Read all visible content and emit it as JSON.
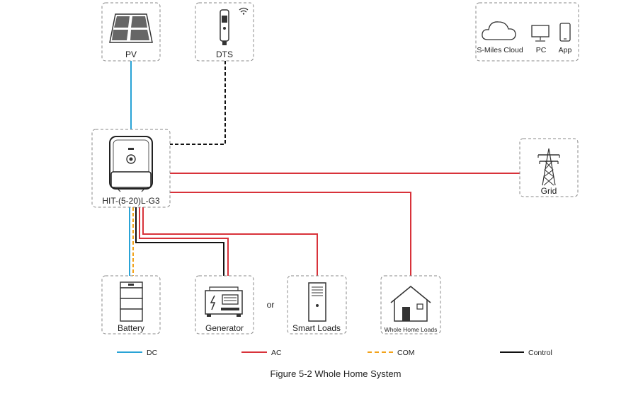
{
  "nodes": {
    "pv": "PV",
    "dts": "DTS",
    "cloud": "S-Miles Cloud",
    "pc": "PC",
    "app": "App",
    "inverter": "HIT-(5-20)L-G3",
    "grid": "Grid",
    "battery": "Battery",
    "generator": "Generator",
    "or": "or",
    "smart_loads": "Smart Loads",
    "whole_home_loads": "Whole Home Loads"
  },
  "legend": {
    "dc": "DC",
    "ac": "AC",
    "com": "COM",
    "control": "Control"
  },
  "caption": "Figure 5-2 Whole Home System",
  "colors": {
    "dc": "#29a3d6",
    "ac": "#d8323a",
    "com": "#f2a21a",
    "control": "#111111",
    "box_border": "#8a8a8a"
  },
  "icons": [
    "solar-panel-icon",
    "dongle-icon",
    "wifi-icon",
    "cloud-icon",
    "pc-icon",
    "phone-icon",
    "inverter-icon",
    "pylon-icon",
    "battery-icon",
    "generator-icon",
    "cabinet-icon",
    "house-icon"
  ]
}
